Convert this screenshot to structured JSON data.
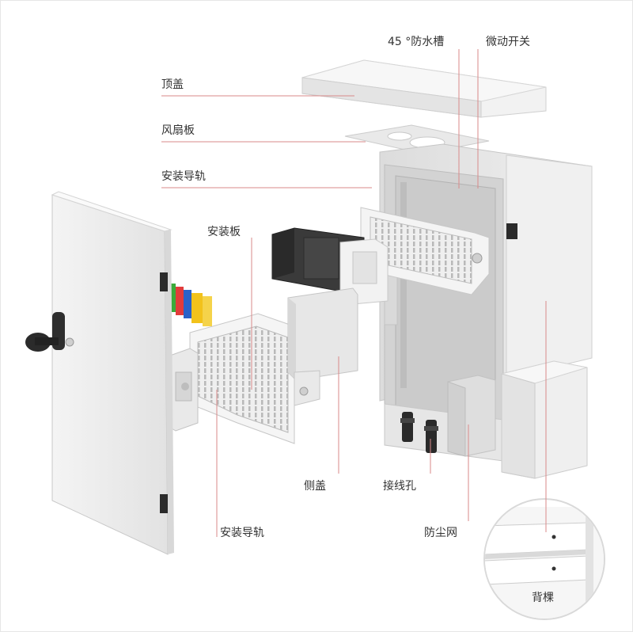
{
  "labels": {
    "top_cover": "顶盖",
    "fan_plate": "风扇板",
    "mount_rail_top": "安装导轨",
    "mount_plate": "安装板",
    "waterproof_slot": "45 °防水槽",
    "micro_switch": "微动开关",
    "side_cover": "侧盖",
    "wiring_hole": "接线孔",
    "dust_filter": "防尘网",
    "mount_rail_bottom": "安装导轨",
    "back_bracket": "背棵"
  },
  "colors": {
    "leader": "#d98a8a",
    "panel": "#ebebeb",
    "panel_shadow": "#cfcfcf",
    "dark_module": "#3a3a3a",
    "terminal_colors": [
      "#3aaa3a",
      "#e23b3b",
      "#2a62c9",
      "#f2c21b"
    ]
  },
  "icons": {
    "door_handle": "door-handle-icon",
    "hinge": "hinge-icon"
  }
}
